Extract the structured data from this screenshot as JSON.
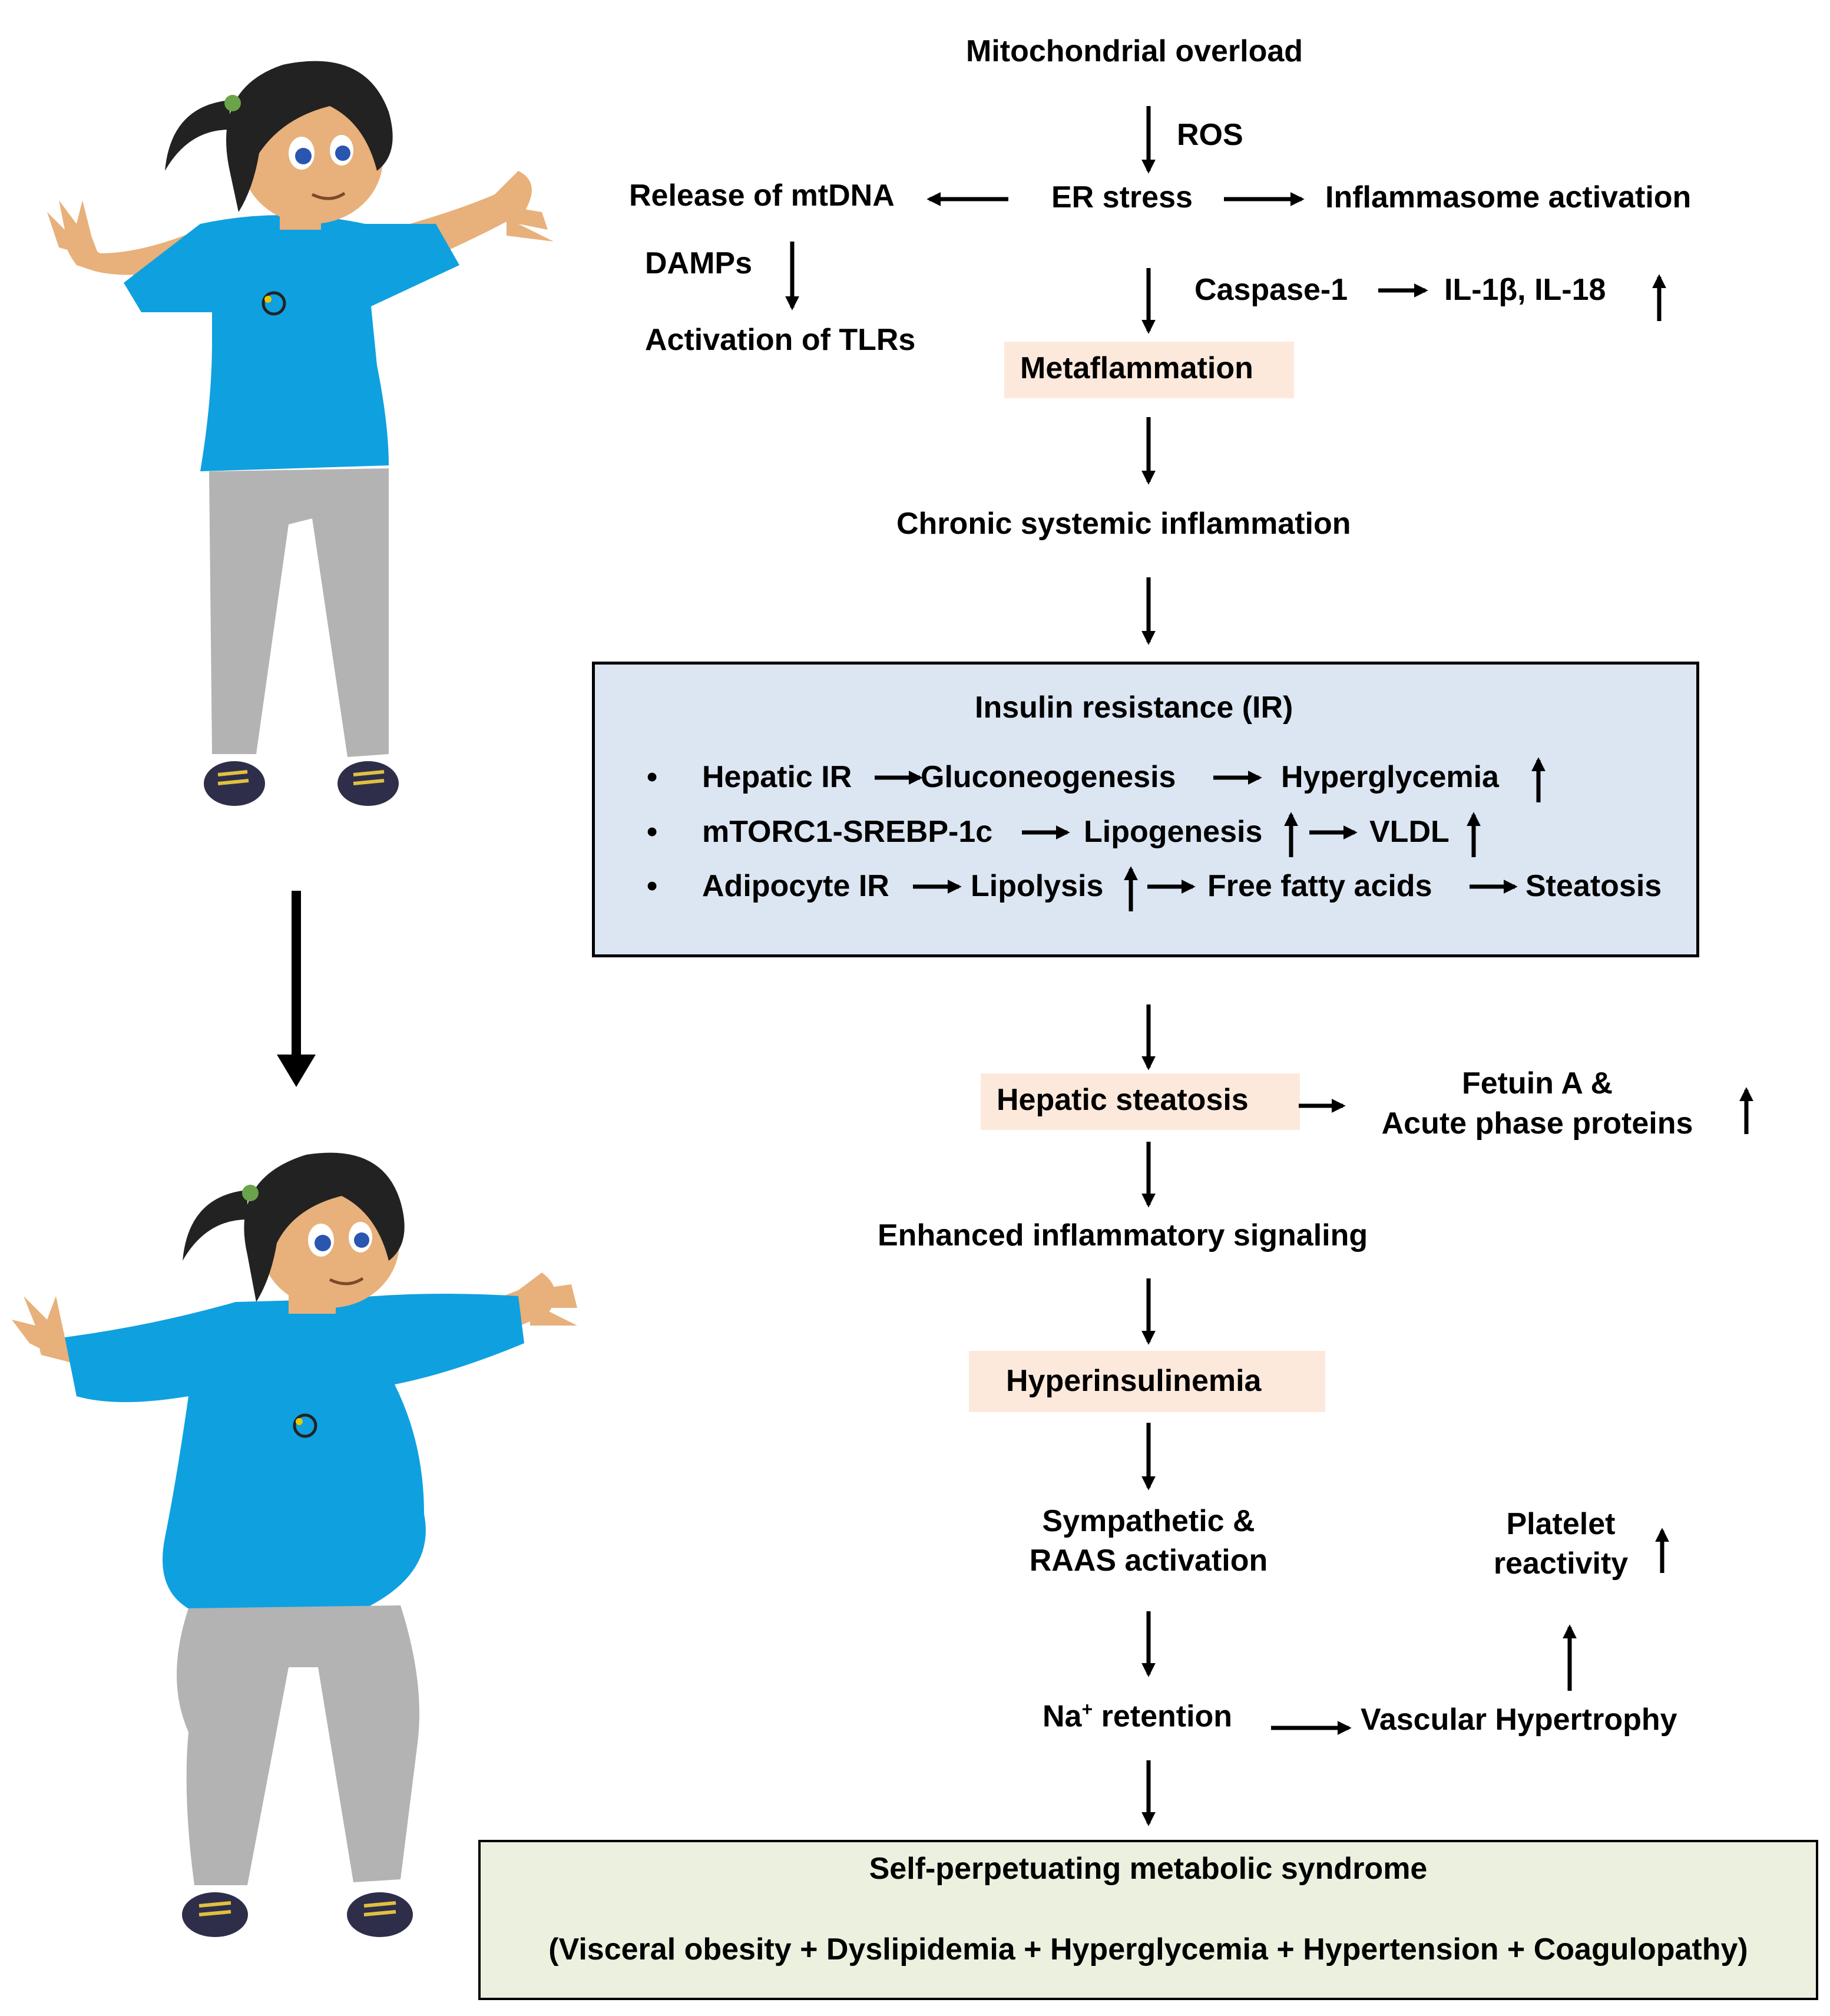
{
  "nodes": {
    "mito_overload": "Mitochondrial overload",
    "ros": "ROS",
    "release_mtdna": "Release of mtDNA",
    "er_stress": "ER stress",
    "inflammasome": "Inflammasome activation",
    "damps": "DAMPs",
    "activation_tlrs": "Activation of TLRs",
    "caspase1": "Caspase-1",
    "il1b_il18": "IL-1β, IL-18",
    "metaflammation": "Metaflammation",
    "chronic_inflammation": "Chronic systemic inflammation",
    "hepatic_steatosis": "Hepatic steatosis",
    "fetuin_line1": "Fetuin A &",
    "fetuin_line2": "Acute phase proteins",
    "enhanced_signaling": "Enhanced inflammatory signaling",
    "hyperinsulinemia": "Hyperinsulinemia",
    "sympathetic_line1": "Sympathetic &",
    "sympathetic_line2": "RAAS  activation",
    "platelet_line1": "Platelet",
    "platelet_line2": "reactivity",
    "na_main": "Na",
    "na_sup": "+",
    "na_rest": " retention",
    "vascular": "Vascular Hypertrophy"
  },
  "ir_box": {
    "title": "Insulin resistance (IR)",
    "bullet": "•",
    "row1": {
      "a": "Hepatic IR",
      "b": "Gluconeogenesis",
      "c": "Hyperglycemia"
    },
    "row2": {
      "a": "mTORC1-SREBP-1c",
      "b": "Lipogenesis",
      "c": "VLDL"
    },
    "row3": {
      "a": "Adipocyte IR",
      "b": "Lipolysis",
      "c": "Free fatty acids",
      "d": "Steatosis"
    }
  },
  "syndrome_box": {
    "title": "Self-perpetuating metabolic syndrome",
    "subtitle": "(Visceral obesity + Dyslipidemia + Hyperglycemia + Hypertension + Coagulopathy)"
  },
  "colors": {
    "highlight": "#fde9dc",
    "ir_box_fill": "#dce6f2",
    "syndrome_box_fill": "#ebf1de",
    "shirt": "#0fa0e0",
    "pants": "#b3b3b3",
    "skin": "#e8b07a",
    "hair": "#222222"
  }
}
